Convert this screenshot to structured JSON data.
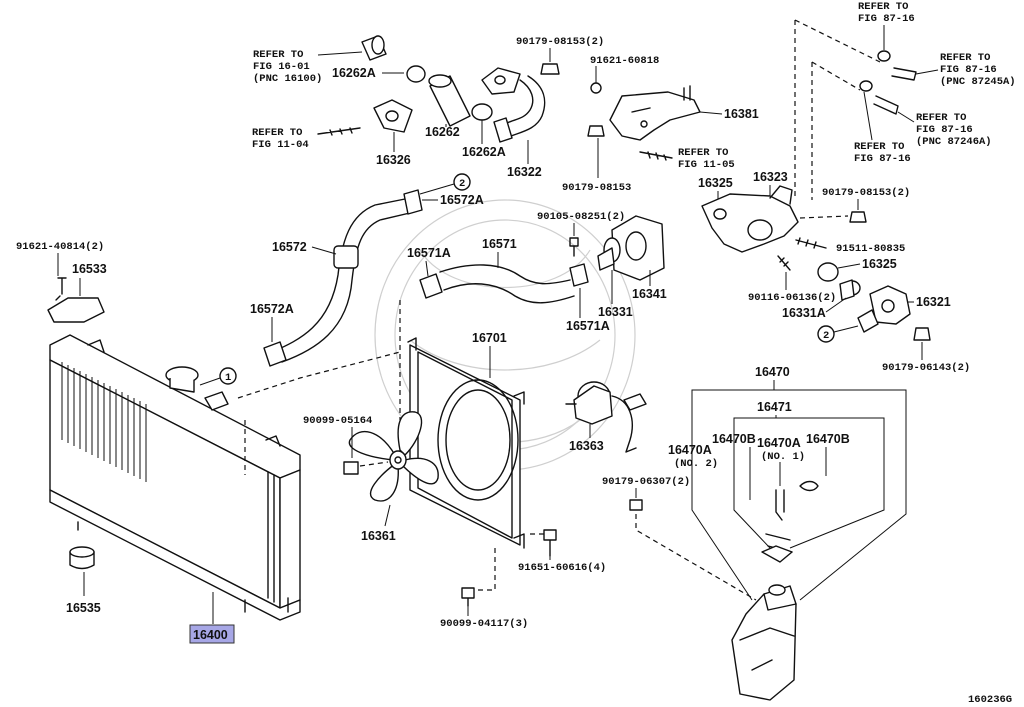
{
  "figure_code": "160236G",
  "parts": {
    "p16400": "16400",
    "p16535": "16535",
    "p16533": "16533",
    "p91621_40814": "91621-40814(2)",
    "p16572": "16572",
    "p16572A_top": "16572A",
    "p16572A_left": "16572A",
    "p16571": "16571",
    "p16571A_top": "16571A",
    "p16571A_bottom": "16571A",
    "p16326": "16326",
    "p16262": "16262",
    "p16262A_left": "16262A",
    "p16262A_bottom": "16262A",
    "p16322": "16322",
    "p90179_08153_top": "90179-08153(2)",
    "p91621_60818": "91621-60818",
    "p16381": "16381",
    "p90179_08153_mid": "90179-08153",
    "p90105_08251": "90105-08251(2)",
    "p16341": "16341",
    "p16331": "16331",
    "p16325_top": "16325",
    "p16323": "16323",
    "p90179_08153_right": "90179-08153(2)",
    "p91511_80835": "91511-80835",
    "p16325_mid": "16325",
    "p90116_06136": "90116-06136(2)",
    "p16331A": "16331A",
    "p16321": "16321",
    "p90179_06143": "90179-06143(2)",
    "p16701": "16701",
    "p90099_05164": "90099-05164",
    "p16363": "16363",
    "p16361": "16361",
    "p91651_60616": "91651-60616(4)",
    "p90099_04117": "90099-04117(3)",
    "p90179_06307": "90179-06307(2)",
    "p16470": "16470",
    "p16471": "16471",
    "p16470A_1": "16470A",
    "p16470A_1_note": "(NO. 2)",
    "p16470B_1": "16470B",
    "p16470A_2": "16470A",
    "p16470A_2_note": "(NO. 1)",
    "p16470B_2": "16470B"
  },
  "refs": {
    "ref_16_01": [
      "REFER TO",
      "FIG 16-01",
      "(PNC 16100)"
    ],
    "ref_11_04": [
      "REFER TO",
      "FIG 11-04"
    ],
    "ref_11_05": [
      "REFER TO",
      "FIG 11-05"
    ],
    "ref_87_16_top": [
      "REFER TO",
      "FIG 87-16"
    ],
    "ref_87_16_a": [
      "REFER TO",
      "FIG 87-16",
      "(PNC 87245A)"
    ],
    "ref_87_16_b": [
      "REFER TO",
      "FIG 87-16",
      "(PNC 87246A)"
    ],
    "ref_87_16_c": [
      "REFER TO",
      "FIG 87-16"
    ]
  },
  "callouts": {
    "c1": "1",
    "c2_top": "2",
    "c2_right": "2"
  }
}
